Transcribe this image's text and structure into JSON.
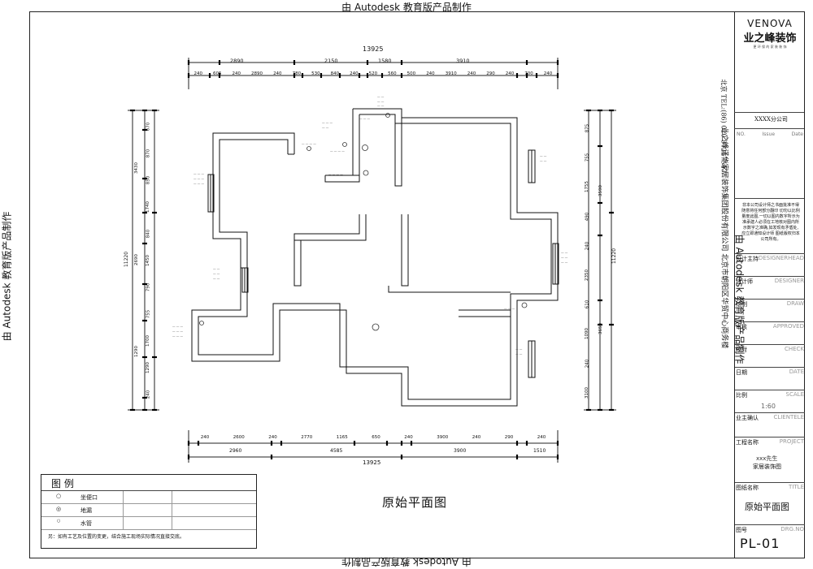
{
  "watermark": "由 Autodesk 教育版产品制作",
  "drawing_title": "原始平面图",
  "dimensions": {
    "top_total": "13925",
    "top_row1": [
      "2890",
      "2150",
      "1580",
      "3910"
    ],
    "top_row2": [
      "240",
      "605",
      "240",
      "2890",
      "240",
      "780",
      "530",
      "840",
      "240",
      "520",
      "560",
      "500",
      "240",
      "3910",
      "240",
      "290",
      "240",
      "700",
      "240"
    ],
    "bottom_total": "13925",
    "bottom_row1": [
      "240",
      "2600",
      "240",
      "2770",
      "1165",
      "650",
      "240",
      "3900",
      "240",
      "290",
      "240"
    ],
    "bottom_row2": [
      "2960",
      "4585",
      "3900",
      "1510"
    ],
    "left_total": "11220",
    "left_inner": [
      "670",
      "870",
      "850",
      "1740",
      "840",
      "1450",
      "790",
      "755",
      "1700",
      "1290",
      "240"
    ],
    "left_outer": [
      "3430",
      "2690",
      "1290"
    ],
    "right_total": "11220",
    "right_inner": [
      "875",
      "755",
      "1755",
      "490",
      "240",
      "2350",
      "610",
      "1090",
      "240",
      "3100"
    ],
    "right_outer": [
      "3590",
      "3650"
    ]
  },
  "legend": {
    "title": "图  例",
    "items": [
      {
        "symbol": "○",
        "label": "坐便口"
      },
      {
        "symbol": "◎",
        "label": "地漏"
      },
      {
        "symbol": "○",
        "label": "水管"
      }
    ],
    "note": "另：如有工艺及位置的变更，结合施工现场实际情况直接交底。"
  },
  "title_block": {
    "brand_en": "VENOVA",
    "brand_cn": "业之峰装饰",
    "tagline": "更 环 保 的 家 装 装 饰",
    "branch": "XXXX分公司",
    "issue_header": [
      "NO.",
      "Issue",
      "Date"
    ],
    "address": "北京 TEL:(86) 010 87217547",
    "company_vertical": "业之峰诺华家居装饰集团股份有限公司 北京市朝阳区华贸中心商务楼",
    "notice": "非本公司设计师之书面批准不得随意将任何部分翻印  切勿以比例量度此图,一切以图内数字所示为准承建人必须在工地核对图内所示数字之准确,如发现有矛盾处,应立即通知设计师  图纸版权归本公司所有。",
    "rows": [
      {
        "cn": "设计主持",
        "en": "DESIGNERHEAD"
      },
      {
        "cn": "设计师",
        "en": "DESIGNER"
      },
      {
        "cn": "绘制",
        "en": "DRAW"
      },
      {
        "cn": "审核",
        "en": "APPROVED"
      },
      {
        "cn": "校对",
        "en": "CHECK"
      },
      {
        "cn": "日期",
        "en": "DATE"
      },
      {
        "cn": "比例",
        "en": "SCALE"
      },
      {
        "cn": "业主确认",
        "en": "CLIENTELE"
      },
      {
        "cn": "工程名称",
        "en": "PROJECT"
      },
      {
        "cn": "图纸名称",
        "en": "TITLE"
      },
      {
        "cn": "图号",
        "en": "DRG.NO"
      }
    ],
    "scale_value": "1:60",
    "project_line1": "xxx先生",
    "project_line2": "家居装饰图",
    "title_value": "原始平面图",
    "drawing_no": "PL-01"
  }
}
